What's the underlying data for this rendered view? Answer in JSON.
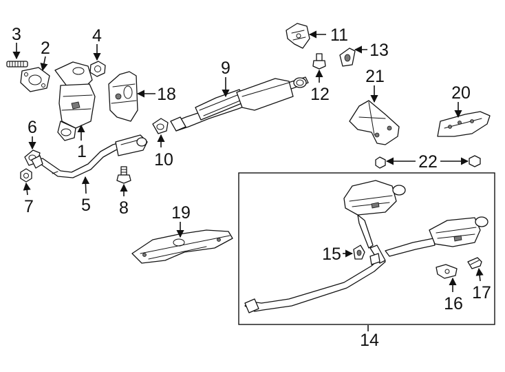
{
  "labels": {
    "p1": "1",
    "p2": "2",
    "p3": "3",
    "p4": "4",
    "p5": "5",
    "p6": "6",
    "p7": "7",
    "p8": "8",
    "p9": "9",
    "p10": "10",
    "p11": "11",
    "p12": "12",
    "p13": "13",
    "p14": "14",
    "p15": "15",
    "p16": "16",
    "p17": "17",
    "p18": "18",
    "p19": "19",
    "p20": "20",
    "p21": "21",
    "p22": "22"
  },
  "colors": {
    "line": "#111111",
    "shading": "#777777",
    "background": "#ffffff"
  }
}
